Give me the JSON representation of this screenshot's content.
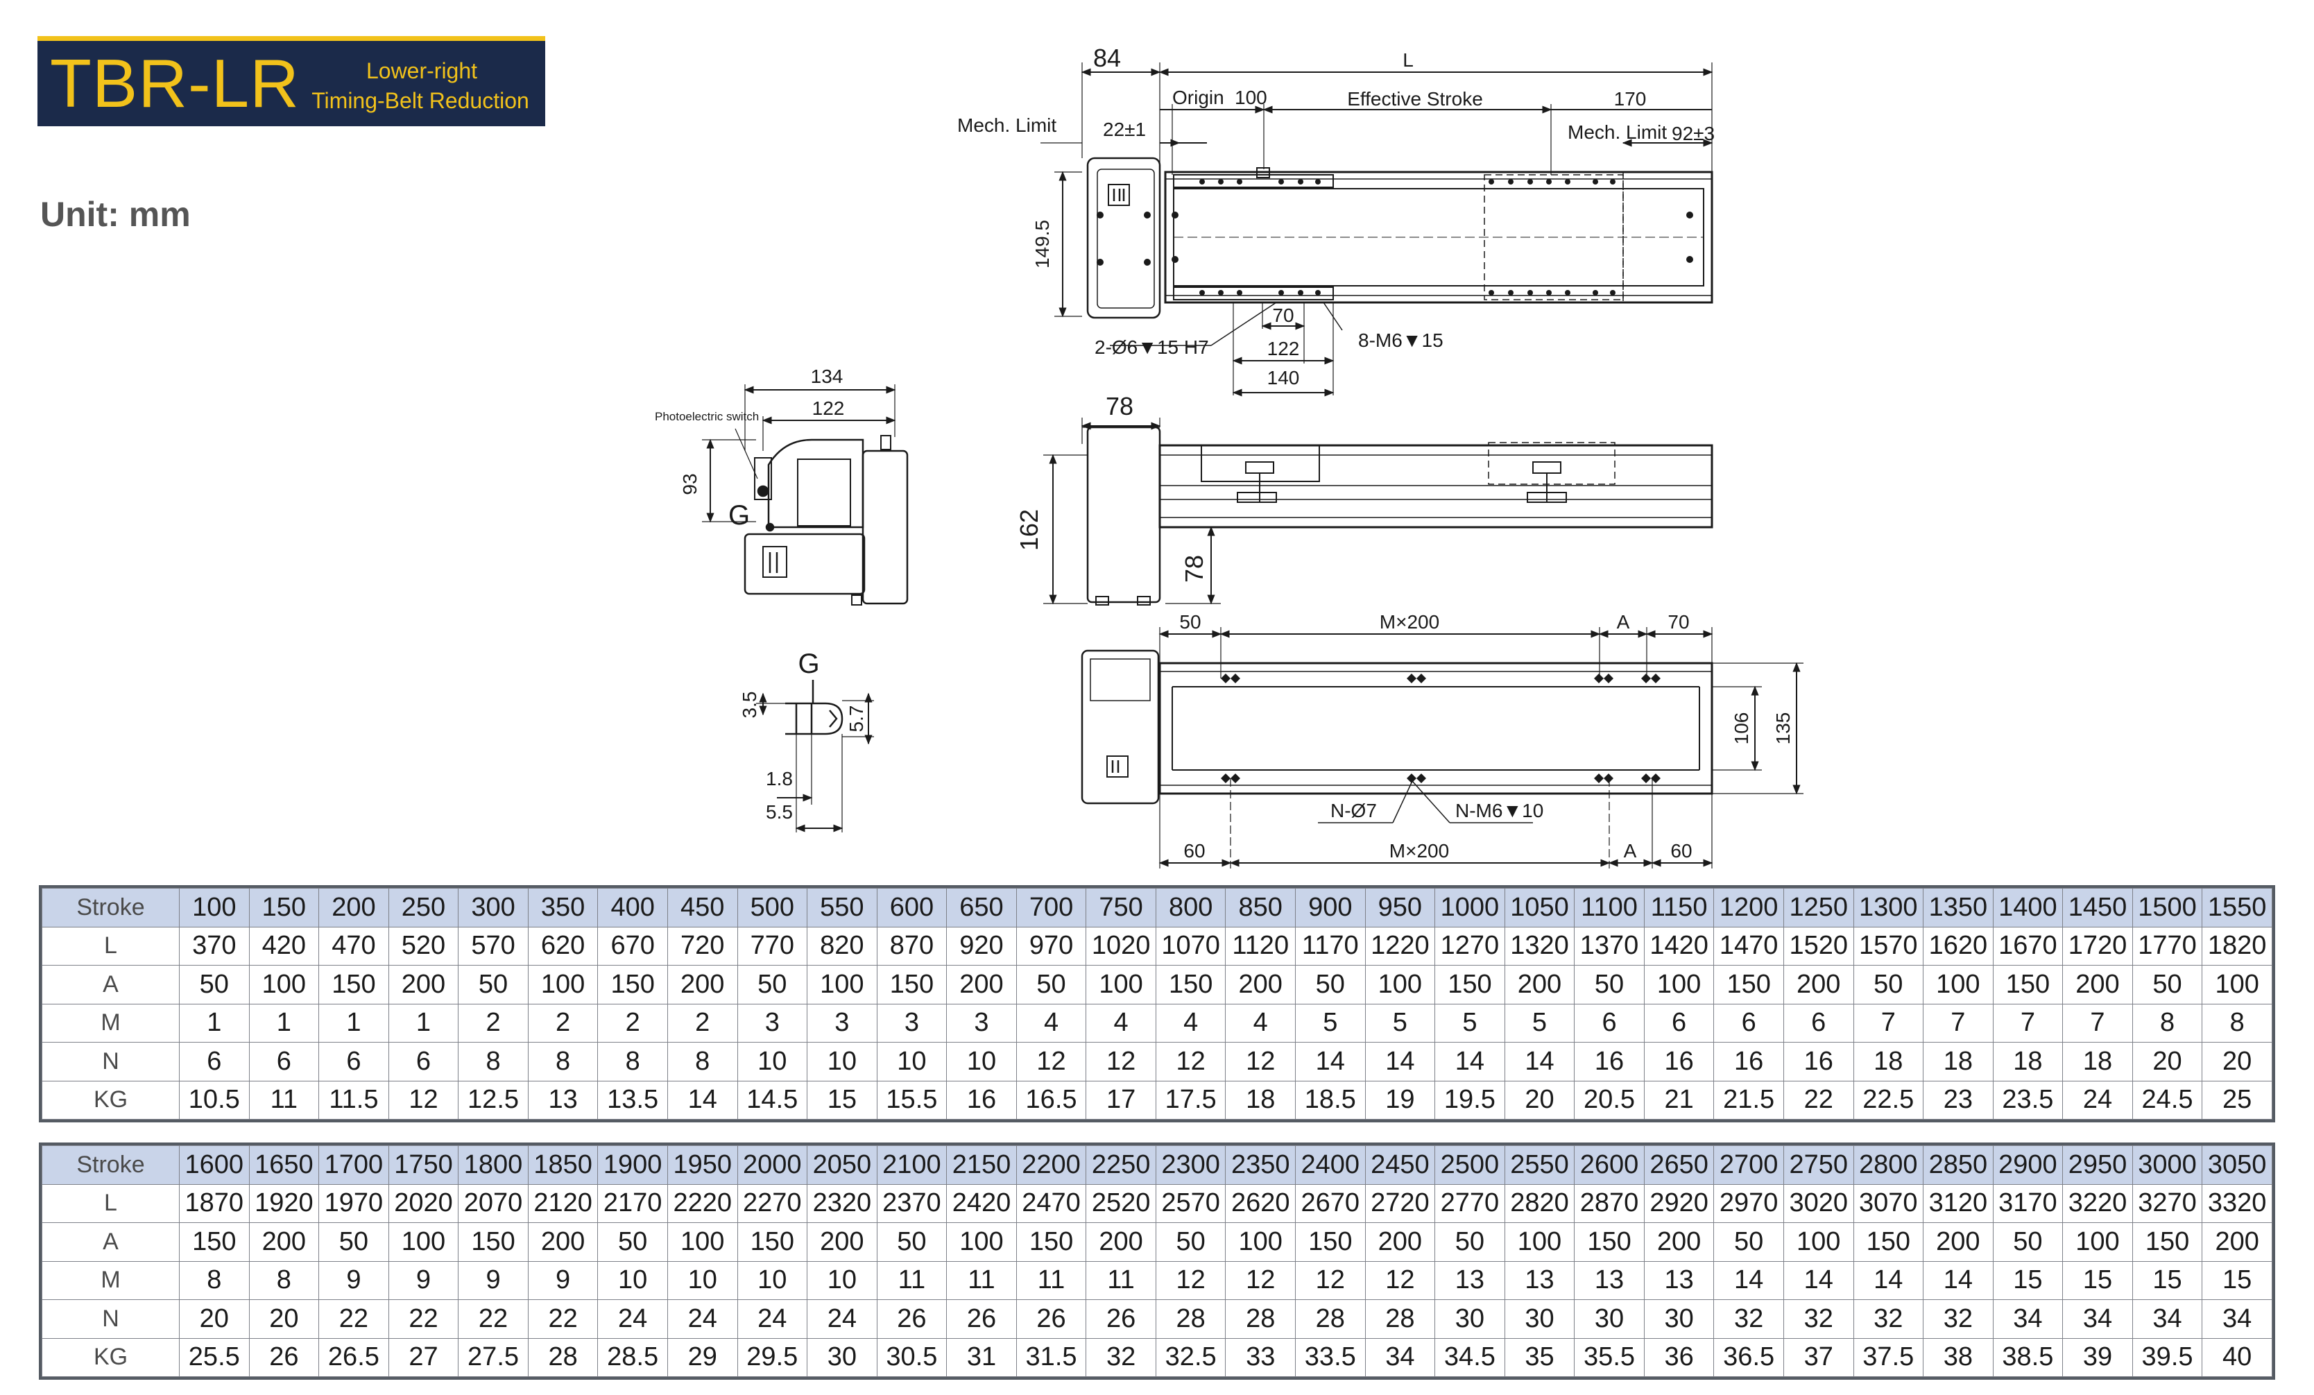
{
  "title": {
    "model": "TBR-LR",
    "sub_line1": "Lower-right",
    "sub_line2": "Timing-Belt Reduction",
    "accent_color": "#f2c21b",
    "bg_color": "#1b2a4a"
  },
  "unit_label": "Unit: mm",
  "drawing": {
    "top_view": {
      "dim_84": "84",
      "dim_L": "L",
      "origin": "Origin",
      "dim_100": "100",
      "effective_stroke": "Effective Stroke",
      "dim_170": "170",
      "mech_limit_left": "Mech. Limit",
      "dim_22": "22±1",
      "mech_limit_right": "Mech. Limit",
      "dim_92": "92±3",
      "dim_149_5": "149.5",
      "dim_70": "70",
      "dim_122": "122",
      "dim_140": "140",
      "pin_hole": "2-Ø6▼15 H7",
      "screw_holes": "8-M6▼15"
    },
    "side_view": {
      "dim_134": "134",
      "dim_122": "122",
      "photo_switch": "Photoelectric switch",
      "dim_93": "93",
      "label_G": "G"
    },
    "front_view": {
      "dim_78_top": "78",
      "dim_162": "162",
      "dim_78_side": "78"
    },
    "detail_G": {
      "label_G": "G",
      "dim_3_5": "3.5",
      "dim_5_7": "5.7",
      "dim_1_8": "1.8",
      "dim_5_5": "5.5"
    },
    "bottom_view": {
      "dim_50": "50",
      "dim_Mx200_top": "M×200",
      "dim_A_top": "A",
      "dim_70": "70",
      "dim_106": "106",
      "dim_135": "135",
      "n_phi7": "N-Ø7",
      "n_m6": "N-M6▼10",
      "dim_60_left": "60",
      "dim_Mx200_bottom": "M×200",
      "dim_A_bottom": "A",
      "dim_60_right": "60"
    }
  },
  "tables": [
    {
      "row_labels": [
        "Stroke",
        "L",
        "A",
        "M",
        "N",
        "KG"
      ],
      "columns": [
        [
          "100",
          "370",
          "50",
          "1",
          "6",
          "10.5"
        ],
        [
          "150",
          "420",
          "100",
          "1",
          "6",
          "11"
        ],
        [
          "200",
          "470",
          "150",
          "1",
          "6",
          "11.5"
        ],
        [
          "250",
          "520",
          "200",
          "1",
          "6",
          "12"
        ],
        [
          "300",
          "570",
          "50",
          "2",
          "8",
          "12.5"
        ],
        [
          "350",
          "620",
          "100",
          "2",
          "8",
          "13"
        ],
        [
          "400",
          "670",
          "150",
          "2",
          "8",
          "13.5"
        ],
        [
          "450",
          "720",
          "200",
          "2",
          "8",
          "14"
        ],
        [
          "500",
          "770",
          "50",
          "3",
          "10",
          "14.5"
        ],
        [
          "550",
          "820",
          "100",
          "3",
          "10",
          "15"
        ],
        [
          "600",
          "870",
          "150",
          "3",
          "10",
          "15.5"
        ],
        [
          "650",
          "920",
          "200",
          "3",
          "10",
          "16"
        ],
        [
          "700",
          "970",
          "50",
          "4",
          "12",
          "16.5"
        ],
        [
          "750",
          "1020",
          "100",
          "4",
          "12",
          "17"
        ],
        [
          "800",
          "1070",
          "150",
          "4",
          "12",
          "17.5"
        ],
        [
          "850",
          "1120",
          "200",
          "4",
          "12",
          "18"
        ],
        [
          "900",
          "1170",
          "50",
          "5",
          "14",
          "18.5"
        ],
        [
          "950",
          "1220",
          "100",
          "5",
          "14",
          "19"
        ],
        [
          "1000",
          "1270",
          "150",
          "5",
          "14",
          "19.5"
        ],
        [
          "1050",
          "1320",
          "200",
          "5",
          "14",
          "20"
        ],
        [
          "1100",
          "1370",
          "50",
          "6",
          "16",
          "20.5"
        ],
        [
          "1150",
          "1420",
          "100",
          "6",
          "16",
          "21"
        ],
        [
          "1200",
          "1470",
          "150",
          "6",
          "16",
          "21.5"
        ],
        [
          "1250",
          "1520",
          "200",
          "6",
          "16",
          "22"
        ],
        [
          "1300",
          "1570",
          "50",
          "7",
          "18",
          "22.5"
        ],
        [
          "1350",
          "1620",
          "100",
          "7",
          "18",
          "23"
        ],
        [
          "1400",
          "1670",
          "150",
          "7",
          "18",
          "23.5"
        ],
        [
          "1450",
          "1720",
          "200",
          "7",
          "18",
          "24"
        ],
        [
          "1500",
          "1770",
          "50",
          "8",
          "20",
          "24.5"
        ],
        [
          "1550",
          "1820",
          "100",
          "8",
          "20",
          "25"
        ]
      ]
    },
    {
      "row_labels": [
        "Stroke",
        "L",
        "A",
        "M",
        "N",
        "KG"
      ],
      "columns": [
        [
          "1600",
          "1870",
          "150",
          "8",
          "20",
          "25.5"
        ],
        [
          "1650",
          "1920",
          "200",
          "8",
          "20",
          "26"
        ],
        [
          "1700",
          "1970",
          "50",
          "9",
          "22",
          "26.5"
        ],
        [
          "1750",
          "2020",
          "100",
          "9",
          "22",
          "27"
        ],
        [
          "1800",
          "2070",
          "150",
          "9",
          "22",
          "27.5"
        ],
        [
          "1850",
          "2120",
          "200",
          "9",
          "22",
          "28"
        ],
        [
          "1900",
          "2170",
          "50",
          "10",
          "24",
          "28.5"
        ],
        [
          "1950",
          "2220",
          "100",
          "10",
          "24",
          "29"
        ],
        [
          "2000",
          "2270",
          "150",
          "10",
          "24",
          "29.5"
        ],
        [
          "2050",
          "2320",
          "200",
          "10",
          "24",
          "30"
        ],
        [
          "2100",
          "2370",
          "50",
          "11",
          "26",
          "30.5"
        ],
        [
          "2150",
          "2420",
          "100",
          "11",
          "26",
          "31"
        ],
        [
          "2200",
          "2470",
          "150",
          "11",
          "26",
          "31.5"
        ],
        [
          "2250",
          "2520",
          "200",
          "11",
          "26",
          "32"
        ],
        [
          "2300",
          "2570",
          "50",
          "12",
          "28",
          "32.5"
        ],
        [
          "2350",
          "2620",
          "100",
          "12",
          "28",
          "33"
        ],
        [
          "2400",
          "2670",
          "150",
          "12",
          "28",
          "33.5"
        ],
        [
          "2450",
          "2720",
          "200",
          "12",
          "28",
          "34"
        ],
        [
          "2500",
          "2770",
          "50",
          "13",
          "30",
          "34.5"
        ],
        [
          "2550",
          "2820",
          "100",
          "13",
          "30",
          "35"
        ],
        [
          "2600",
          "2870",
          "150",
          "13",
          "30",
          "35.5"
        ],
        [
          "2650",
          "2920",
          "200",
          "13",
          "30",
          "36"
        ],
        [
          "2700",
          "2970",
          "50",
          "14",
          "32",
          "36.5"
        ],
        [
          "2750",
          "3020",
          "100",
          "14",
          "32",
          "37"
        ],
        [
          "2800",
          "3070",
          "150",
          "14",
          "32",
          "37.5"
        ],
        [
          "2850",
          "3120",
          "200",
          "14",
          "32",
          "38"
        ],
        [
          "2900",
          "3170",
          "50",
          "15",
          "34",
          "38.5"
        ],
        [
          "2950",
          "3220",
          "100",
          "15",
          "34",
          "39"
        ],
        [
          "3000",
          "3270",
          "150",
          "15",
          "34",
          "39.5"
        ],
        [
          "3050",
          "3320",
          "200",
          "15",
          "34",
          "40"
        ]
      ]
    }
  ]
}
